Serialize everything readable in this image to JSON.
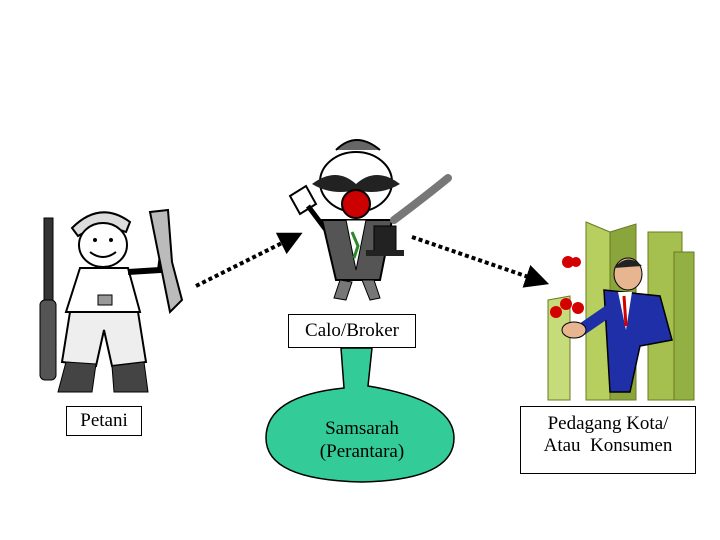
{
  "labels": {
    "petani": "Petani",
    "broker": "Calo/Broker",
    "samsarah_line1": "Samsarah",
    "samsarah_line2": "(Perantara)",
    "konsumen_line1": "Pedagang Kota/",
    "konsumen_line2": "Atau  Konsumen"
  },
  "colors": {
    "bubble_fill": "#33cc99",
    "arrow": "#000000",
    "building": "#9ab84a",
    "suit": "#1f2fa8",
    "ball": "#d40000"
  },
  "icons": [
    "farmer-clipart",
    "broker-clipart",
    "businessman-juggler-clipart"
  ]
}
